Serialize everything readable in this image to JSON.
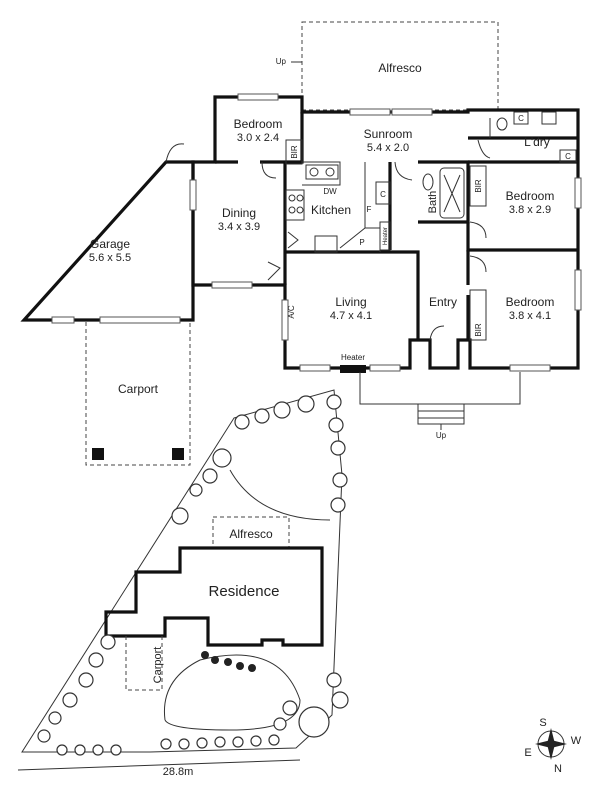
{
  "floor_plan": {
    "rooms": [
      {
        "id": "alfresco",
        "name": "Alfresco",
        "dims": ""
      },
      {
        "id": "bedroom1",
        "name": "Bedroom",
        "dims": "3.0 x 2.4"
      },
      {
        "id": "sunroom",
        "name": "Sunroom",
        "dims": "5.4 x 2.0"
      },
      {
        "id": "laundry",
        "name": "L'dry",
        "dims": ""
      },
      {
        "id": "garage",
        "name": "Garage",
        "dims": "5.6 x 5.5"
      },
      {
        "id": "dining",
        "name": "Dining",
        "dims": "3.4 x 3.9"
      },
      {
        "id": "kitchen",
        "name": "Kitchen",
        "dims": ""
      },
      {
        "id": "bath",
        "name": "Bath",
        "dims": ""
      },
      {
        "id": "bedroom2",
        "name": "Bedroom",
        "dims": "3.8 x 2.9"
      },
      {
        "id": "living",
        "name": "Living",
        "dims": "4.7 x 4.1"
      },
      {
        "id": "entry",
        "name": "Entry",
        "dims": ""
      },
      {
        "id": "bedroom3",
        "name": "Bedroom",
        "dims": "3.8 x 4.1"
      },
      {
        "id": "carport",
        "name": "Carport",
        "dims": ""
      }
    ],
    "labels": {
      "up_alfresco": "Up",
      "up_entry": "Up",
      "bir_bed1": "BIR",
      "bir_bed2": "BIR",
      "bir_bed3": "BIR",
      "dw": "DW",
      "fridge": "F",
      "pantry": "P",
      "cupboard_kitchen": "C",
      "cupboard_ldry1": "C",
      "cupboard_ldry2": "C",
      "heater_kitchen": "Heater",
      "heater_living": "Heater",
      "ac": "A/C"
    }
  },
  "site_plan": {
    "alfresco": "Alfresco",
    "residence": "Residence",
    "carport": "Carport",
    "frontage": "28.8m"
  },
  "compass": {
    "S": "S",
    "W": "W",
    "E": "E",
    "N": "N"
  }
}
